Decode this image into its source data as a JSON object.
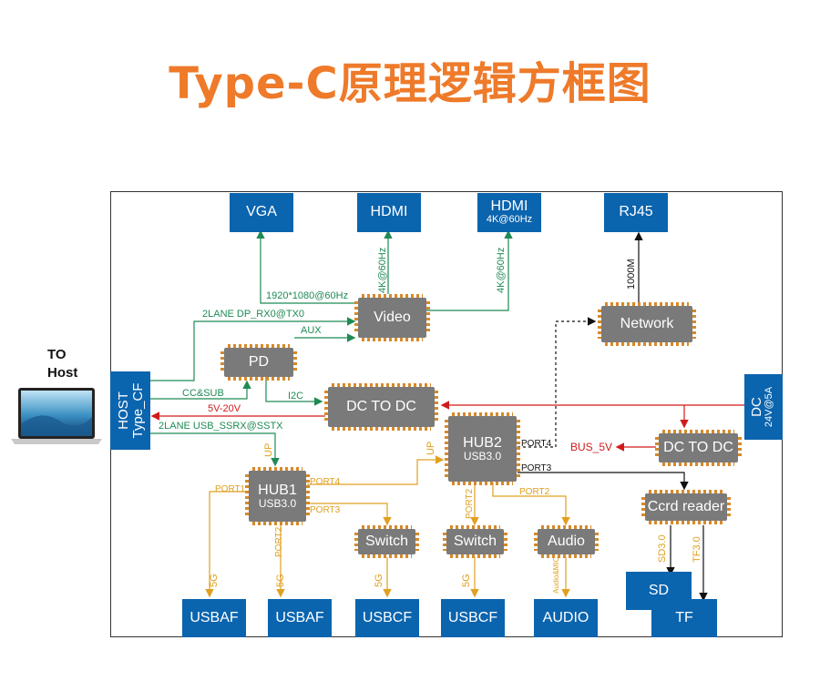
{
  "title": "Type-C原理逻辑方框图",
  "host_side": {
    "to_host": "TO\nHost",
    "host_port_line1": "HOST",
    "host_port_line2": "Type_CF"
  },
  "dc_input": {
    "line1": "DC",
    "line2": "24V@5A"
  },
  "outputs": {
    "vga": "VGA",
    "hdmi1": "HDMI",
    "hdmi2": "HDMI",
    "hdmi2_sub": "4K@60Hz",
    "rj45": "RJ45",
    "usbaf1": "USBAF",
    "usbaf2": "USBAF",
    "usbcf1": "USBCF",
    "usbcf2": "USBCF",
    "audio": "AUDIO",
    "sd": "SD",
    "tf": "TF"
  },
  "chips": {
    "video": "Video",
    "network": "Network",
    "pd": "PD",
    "dc_to_dc_main": "DC TO DC",
    "dc_to_dc_bus": "DC TO DC",
    "hub1": "HUB1",
    "hub1_sub": "USB3.0",
    "hub2": "HUB2",
    "hub2_sub": "USB3.0",
    "switch1": "Switch",
    "switch2": "Switch",
    "audio_chip": "Audio",
    "card_reader": "Ccrd reader"
  },
  "signals": {
    "vga_res": "1920*1080@60Hz",
    "hdmi1_res": "4K@60Hz",
    "hdmi2_res": "4K@60Hz",
    "dp": "2LANE DP_RX0@TX0",
    "aux": "AUX",
    "cc_sub": "CC&SUB",
    "i2c": "I2C",
    "v5_20": "5V-20V",
    "usb_ssrx": "2LANE USB_SSRX@SSTX",
    "up1": "UP",
    "up2": "UP",
    "mbps": "1000M",
    "bus5v": "BUS_5V",
    "hub1_port1": "PORT1",
    "hub1_port2": "PORT2",
    "hub1_port3": "PORT3",
    "hub1_port4": "PORT4",
    "hub2_port2a": "PORT2",
    "hub2_port2b": "PORT2",
    "hub2_port3": "PORT3",
    "hub2_port4": "PORT4",
    "g5_1": "5G",
    "g5_2": "5G",
    "g5_3": "5G",
    "g5_4": "5G",
    "audio_mic": "Audio&MIC",
    "sd30": "SD3.0",
    "tf30": "TF3.0"
  },
  "colors": {
    "title": "#ee7a2a",
    "port": "#0b64ae",
    "chip": "#7a7a7a",
    "video_line": "#1f8a55",
    "usb_line": "#e0a020",
    "power_line": "#d01b1b",
    "data_line": "#111111"
  },
  "icons": {
    "laptop": "laptop-icon"
  }
}
